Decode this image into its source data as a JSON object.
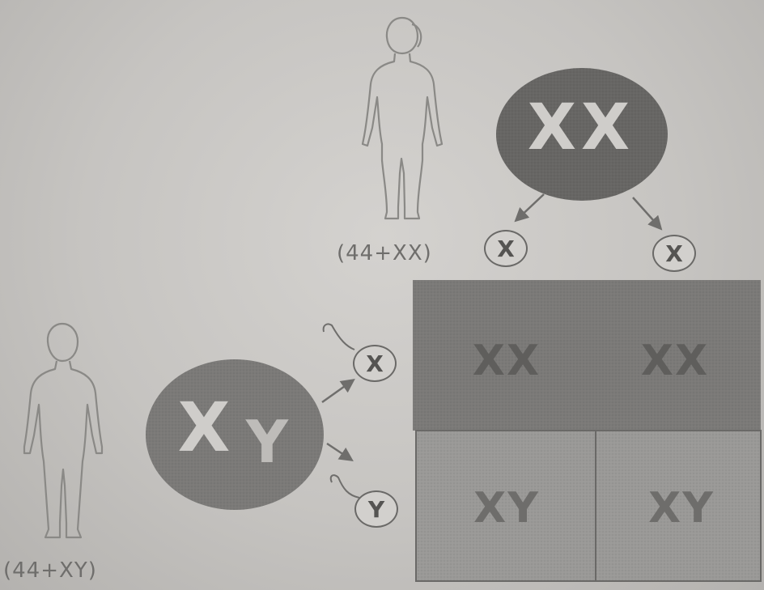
{
  "female": {
    "karyotype": "(44+XX)",
    "gamete_1": "X",
    "gamete_2": "X",
    "cell_label": "XX"
  },
  "male": {
    "karyotype": "(44+XY)",
    "gamete_1": "X",
    "gamete_2": "Y",
    "cell_label_x": "X",
    "cell_label_y": "Y"
  },
  "punnett": {
    "top_left": "XX",
    "top_right": "XX",
    "bottom_left": "XY",
    "bottom_right": "XY"
  },
  "colors": {
    "paper": "#c9c7c4",
    "cell": "#6d6c6a",
    "punnett_top": "#7d7c7a",
    "punnett_bottom": "#9c9b99",
    "line": "#7a7977"
  }
}
